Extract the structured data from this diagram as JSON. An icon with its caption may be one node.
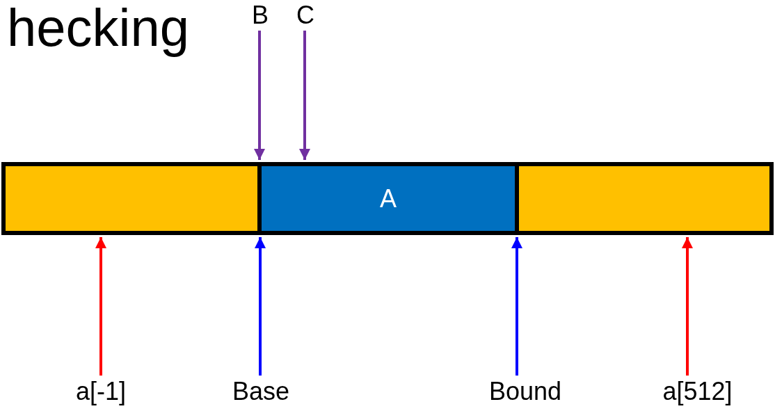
{
  "diagram": {
    "title": "hecking",
    "nodes": [
      {
        "text": [
          "B"
        ]
      },
      {
        "text": [
          "C"
        ]
      },
      {
        "text": [],
        "shape": "bar"
      },
      {
        "text": [
          "A"
        ]
      },
      {
        "text": [],
        "shape": "bar"
      },
      {
        "text": [
          "a[-1]"
        ]
      },
      {
        "text": [
          "Base"
        ]
      },
      {
        "text": [
          "Bound"
        ]
      },
      {
        "text": [
          "a[512]"
        ]
      }
    ],
    "edges": [
      {
        "from": 0,
        "to": 3,
        "arrow": "to",
        "color": "#7030a0"
      },
      {
        "from": 1,
        "to": 3,
        "arrow": "to",
        "color": "#7030a0"
      },
      {
        "from": 5,
        "to": 2,
        "arrow": "to",
        "color": "#ff0000"
      },
      {
        "from": 6,
        "to": 3,
        "arrow": "to",
        "color": "#0000ff"
      },
      {
        "from": 7,
        "to": 3,
        "arrow": "to",
        "color": "#0000ff"
      },
      {
        "from": 8,
        "to": 4,
        "arrow": "to",
        "color": "#ff0000"
      }
    ]
  }
}
